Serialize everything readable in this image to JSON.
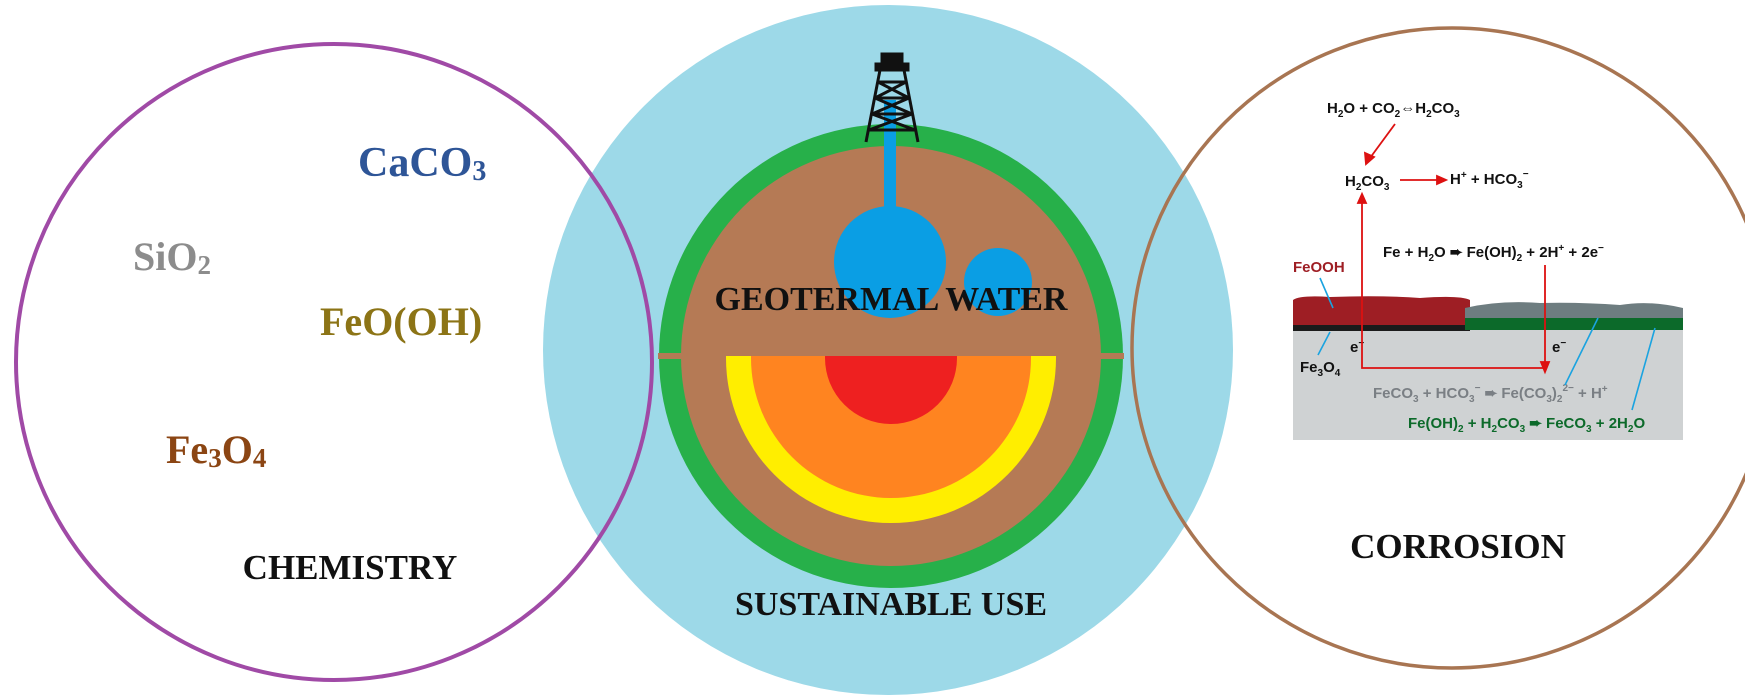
{
  "chemistry": {
    "title": "CHEMISTRY",
    "compounds": [
      {
        "base": "CaCO",
        "sub": "3",
        "color": "#2e5597"
      },
      {
        "base": "SiO",
        "sub": "2",
        "color": "#8c8c8c"
      },
      {
        "base": "FeO(OH)",
        "sub": "",
        "color": "#8c7416"
      },
      {
        "base": "Fe",
        "sub": "3",
        "tail": "O",
        "sub2": "4",
        "color": "#8b4513"
      }
    ],
    "circle_color": "#a04aa6"
  },
  "center": {
    "title": "GEOTERMAL WATER",
    "subtitle": "SUSTAINABLE USE",
    "colors": {
      "halo": "#9dd9e8",
      "crust": "#27b04a",
      "earth": "#b57a55",
      "water": "#0a9ee4",
      "yellow": "#ffee00",
      "orange": "#ff8420",
      "red": "#ee2020"
    }
  },
  "corrosion": {
    "title": "CORROSION",
    "circle_color": "#a87552",
    "eq1": {
      "a": "H",
      "a_sub": "2",
      "b": "O + CO",
      "b_sub": "2",
      "arrow": "⇔",
      "c": "H",
      "c_sub": "2",
      "d": "CO",
      "d_sub": "3"
    },
    "eq2": {
      "a": "H",
      "a_sub": "2",
      "b": "CO",
      "b_sub": "3",
      "c": "H",
      "c_sup": "+",
      "d": " + HCO",
      "d_sub": "3",
      "d_sup": "−"
    },
    "eq3": {
      "text": "Fe + H",
      "s1": "2",
      "t2": "O ➨ Fe(OH)",
      "s2": "2",
      "t3": " + 2H",
      "p3": "+",
      "t4": " + 2e",
      "p4": "−"
    },
    "label_feooh": "FeOOH",
    "label_fe3o4": {
      "a": "Fe",
      "s1": "3",
      "b": "O",
      "s2": "4"
    },
    "electron": {
      "e": "e",
      "sup": "−"
    },
    "eq4": {
      "a": "FeCO",
      "s1": "3",
      "b": " + HCO",
      "s2": "3",
      "p2": "−",
      "c": " ➨ Fe(CO",
      "s3": "3",
      "c2": ")",
      "s4": "2",
      "p4": "2−",
      "d": " + H",
      "p5": "+"
    },
    "eq5": {
      "a": "Fe(OH)",
      "s1": "2",
      "b": " + H",
      "s2": "2",
      "c": "CO",
      "s3": "3",
      "d": " ➨ FeCO",
      "s4": "3",
      "e": " + 2H",
      "s5": "2",
      "f": "O"
    }
  }
}
